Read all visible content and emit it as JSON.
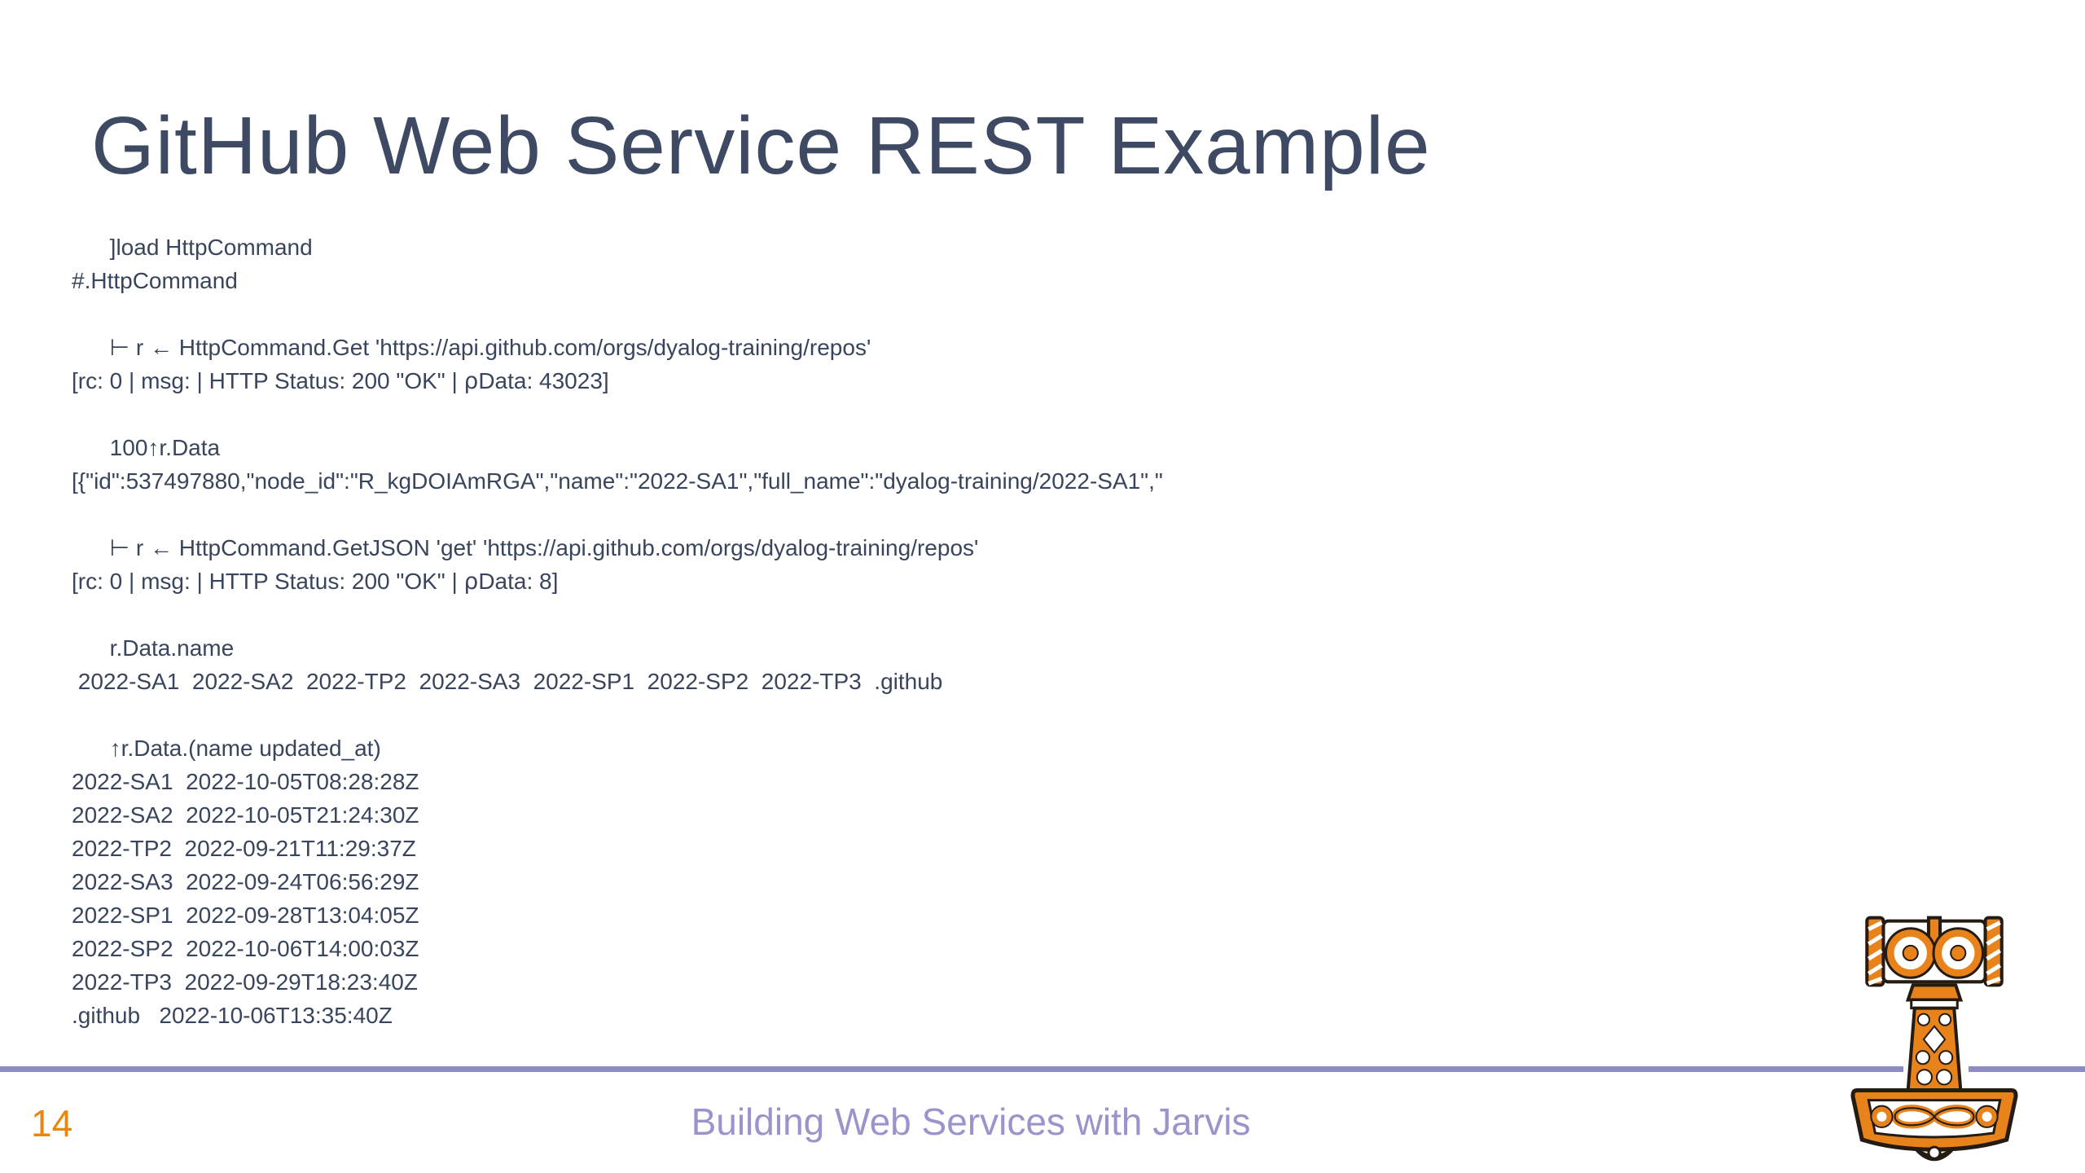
{
  "slide": {
    "title": "GitHub Web Service REST Example",
    "page_number": "14",
    "footer": "Building Web Services with Jarvis"
  },
  "session": {
    "lines": [
      "      ]load HttpCommand",
      "#.HttpCommand",
      "",
      "      ⊢ r ← HttpCommand.Get 'https://api.github.com/orgs/dyalog-training/repos'",
      "[rc: 0 | msg: | HTTP Status: 200 \"OK\" | ⍴Data: 43023]",
      "",
      "      100↑r.Data",
      "[{\"id\":537497880,\"node_id\":\"R_kgDOIAmRGA\",\"name\":\"2022-SA1\",\"full_name\":\"dyalog-training/2022-SA1\",\"",
      "",
      "      ⊢ r ← HttpCommand.GetJSON 'get' 'https://api.github.com/orgs/dyalog-training/repos'",
      "[rc: 0 | msg: | HTTP Status: 200 \"OK\" | ⍴Data: 8]",
      "",
      "      r.Data.name",
      " 2022-SA1  2022-SA2  2022-TP2  2022-SA3  2022-SP1  2022-SP2  2022-TP3  .github",
      "",
      "      ↑r.Data.(name updated_at)",
      "2022-SA1  2022-10-05T08:28:28Z",
      "2022-SA2  2022-10-05T21:24:30Z",
      "2022-TP2  2022-09-21T11:29:37Z",
      "2022-SA3  2022-09-24T06:56:29Z",
      "2022-SP1  2022-09-28T13:04:05Z",
      "2022-SP2  2022-10-06T14:00:03Z",
      "2022-TP3  2022-09-29T18:23:40Z",
      ".github   2022-10-06T13:35:40Z"
    ]
  },
  "colors": {
    "title_text": "#3e4a63",
    "code_text": "#39455c",
    "page_number_orange": "#e8870f",
    "footer_lavender": "#9a94cc",
    "rule_purple": "#8f89c4",
    "logo_orange": "#e8831c",
    "logo_outline": "#241b12"
  },
  "icons": {
    "logo_name": "thor-hammer-logo"
  }
}
